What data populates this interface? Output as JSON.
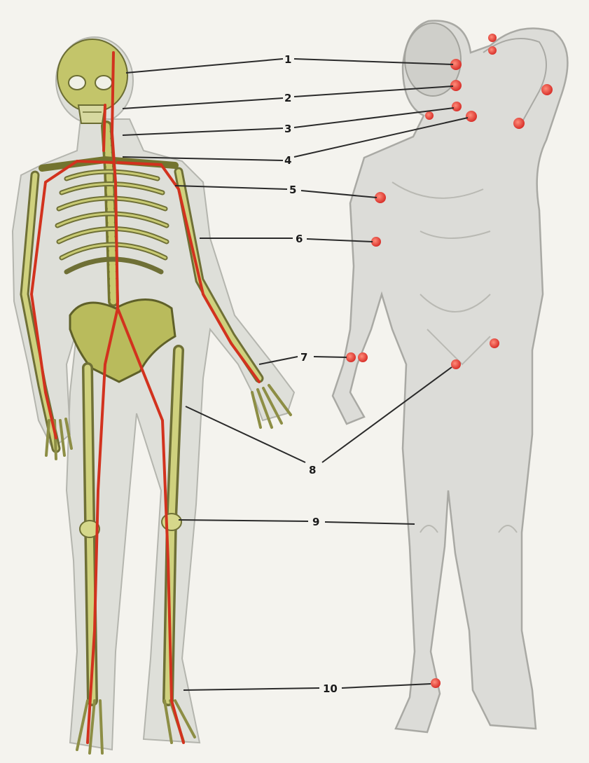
{
  "labels": [
    "1",
    "2",
    "3",
    "4",
    "5",
    "6",
    "7",
    "8",
    "9",
    "10"
  ],
  "colors": {
    "background": "#f4f3ee",
    "body_silhouette": "#dcdcd8",
    "skin_outline": "#a9a9a4",
    "bone": "#b9b95e",
    "bone_dark": "#6f7036",
    "artery": "#d2321e",
    "pulse_point": "#e0403a",
    "leader_line": "#2a2a2a"
  }
}
